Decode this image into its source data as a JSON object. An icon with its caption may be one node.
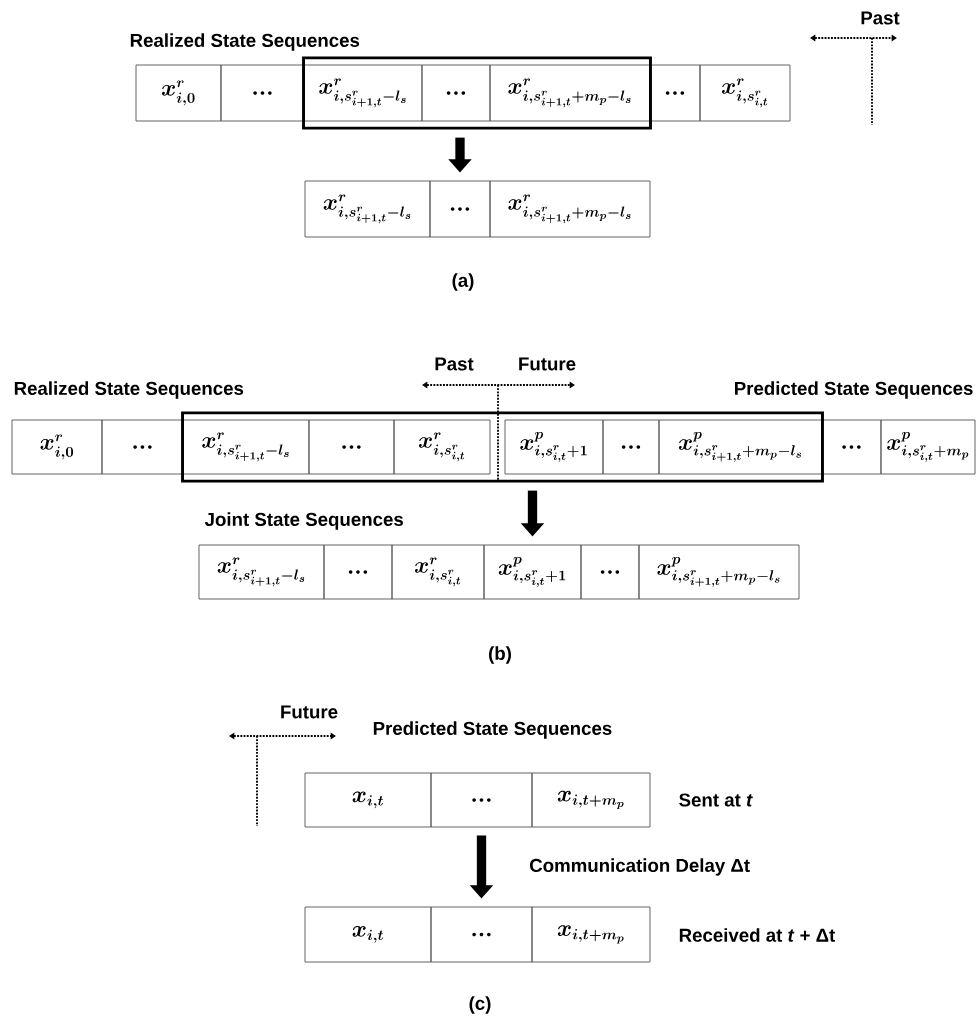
{
  "diagram": {
    "nodes": [
      {
        "text": [
          "x^r_{i,0}"
        ]
      },
      {
        "text": [
          "..."
        ]
      },
      {
        "text": [],
        "shape": "box"
      },
      {
        "text": [
          "x^r_{i,s^r_{i+1,t}-l_s}"
        ],
        "in": 2
      },
      {
        "text": [
          "..."
        ],
        "in": 2
      },
      {
        "text": [
          "x^r_{i,s^r_{i+1,t}+m_p-l_s}"
        ],
        "in": 2
      },
      {
        "text": [
          "..."
        ]
      },
      {
        "text": [
          "x^r_{i,s^r_{i,t}}"
        ]
      },
      {
        "text": [
          "x^r_{i,s^r_{i+1,t}-l_s}"
        ]
      },
      {
        "text": [
          "..."
        ]
      },
      {
        "text": [
          "x^r_{i,s^r_{i+1,t}+m_p-l_s}"
        ]
      },
      {
        "text": [
          "x^r_{i,0}"
        ]
      },
      {
        "text": [
          "..."
        ]
      },
      {
        "text": [],
        "shape": "box"
      },
      {
        "text": [
          "x^r_{i,s^r_{i+1,t}-l_s}"
        ],
        "in": 13
      },
      {
        "text": [
          "..."
        ],
        "in": 13
      },
      {
        "text": [
          "x^r_{i,s^r_{i,t}}"
        ],
        "in": 13
      },
      {
        "text": [
          "x^p_{i,s^r_{i,t}+1}"
        ],
        "in": 13
      },
      {
        "text": [
          "..."
        ],
        "in": 13
      },
      {
        "text": [
          "x^p_{i,s^r_{i+1,t}+m_p-l_s}"
        ],
        "in": 13
      },
      {
        "text": [
          "..."
        ]
      },
      {
        "text": [
          "x^p_{i,s^r_{i,t}+m_p}"
        ]
      },
      {
        "text": [
          "x^r_{i,s^r_{i+1,t}-l_s}"
        ]
      },
      {
        "text": [
          "..."
        ]
      },
      {
        "text": [
          "x^r_{i,s^r_{i,t}}"
        ]
      },
      {
        "text": [
          "x^p_{i,s^r_{i,t}+1}"
        ]
      },
      {
        "text": [
          "..."
        ]
      },
      {
        "text": [
          "x^p_{i,s^r_{i+1,t}+m_p-l_s}"
        ]
      },
      {
        "text": [
          "x_{i,t}"
        ]
      },
      {
        "text": [
          "..."
        ]
      },
      {
        "text": [
          "x_{i,t+m_p}"
        ]
      },
      {
        "text": [
          "x_{i,t}"
        ]
      },
      {
        "text": [
          "..."
        ]
      },
      {
        "text": [
          "x_{i,t+m_p}"
        ]
      }
    ],
    "edges": [
      {
        "from": 2,
        "to": 9,
        "arrow": "to"
      },
      {
        "from": 13,
        "to": 25,
        "arrow": "to"
      },
      {
        "from": 29,
        "to": 32,
        "arrow": "to",
        "label": "Communication Delay Δt"
      }
    ],
    "labels": [
      "Realized State Sequences",
      "Past",
      "(a)",
      "Past",
      "Future",
      "Realized State Sequences",
      "Predicted State Sequences",
      "Joint State Sequences",
      "(b)",
      "Future",
      "Predicted State Sequences",
      "Sent at *t*",
      "Received at *t* + Δt",
      "(c)"
    ]
  }
}
